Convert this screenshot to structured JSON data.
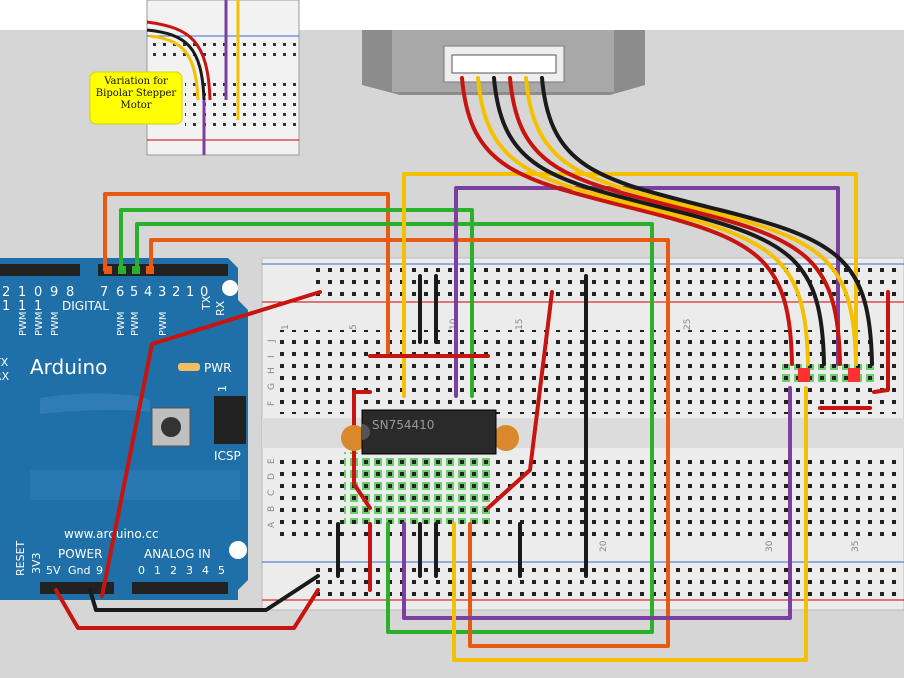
{
  "inset": {
    "note": "Variation for Bipolar Stepper Motor"
  },
  "arduino": {
    "name": "Arduino",
    "digital_label": "DIGITAL",
    "digital_pins_top": [
      "2",
      "1",
      "0",
      "9",
      "8",
      "7",
      "6",
      "5",
      "4",
      "3",
      "2",
      "1",
      "0"
    ],
    "digital_pins_tens": [
      "1",
      "1",
      "1"
    ],
    "tx_label": "TX",
    "rx_label": "RX",
    "pwm_label": "PWM",
    "pwr_label": "PWR",
    "icsp_label": "ICSP",
    "icsp_num": "1",
    "url": "www.arduino.cc",
    "power_label": "POWER",
    "analog_label": "ANALOG IN",
    "reset_label": "RESET",
    "power_pins": [
      "3V3",
      "5V",
      "Gnd",
      "9"
    ],
    "analog_pins": [
      "0",
      "1",
      "2",
      "3",
      "4",
      "5"
    ],
    "tx_left": "TX",
    "rx_left": "RX"
  },
  "chip": {
    "label": "SN754410"
  },
  "breadboard": {
    "row_letters_top": [
      "J",
      "I",
      "H",
      "G",
      "F"
    ],
    "row_letters_bottom": [
      "E",
      "D",
      "C",
      "B",
      "A"
    ],
    "column_numbers": [
      "1",
      "5",
      "10",
      "15",
      "20",
      "25",
      "30",
      "35"
    ]
  },
  "colors": {
    "board_blue": "#1f6fa8",
    "wire_red": "#c8140f",
    "wire_black": "#1a1a1a",
    "wire_yellow": "#f5c000",
    "wire_orange": "#e85a12",
    "wire_green": "#2bb02b",
    "wire_purple": "#7b3fa0",
    "capacitor": "#d9882c",
    "note_bg": "#ffff00"
  }
}
